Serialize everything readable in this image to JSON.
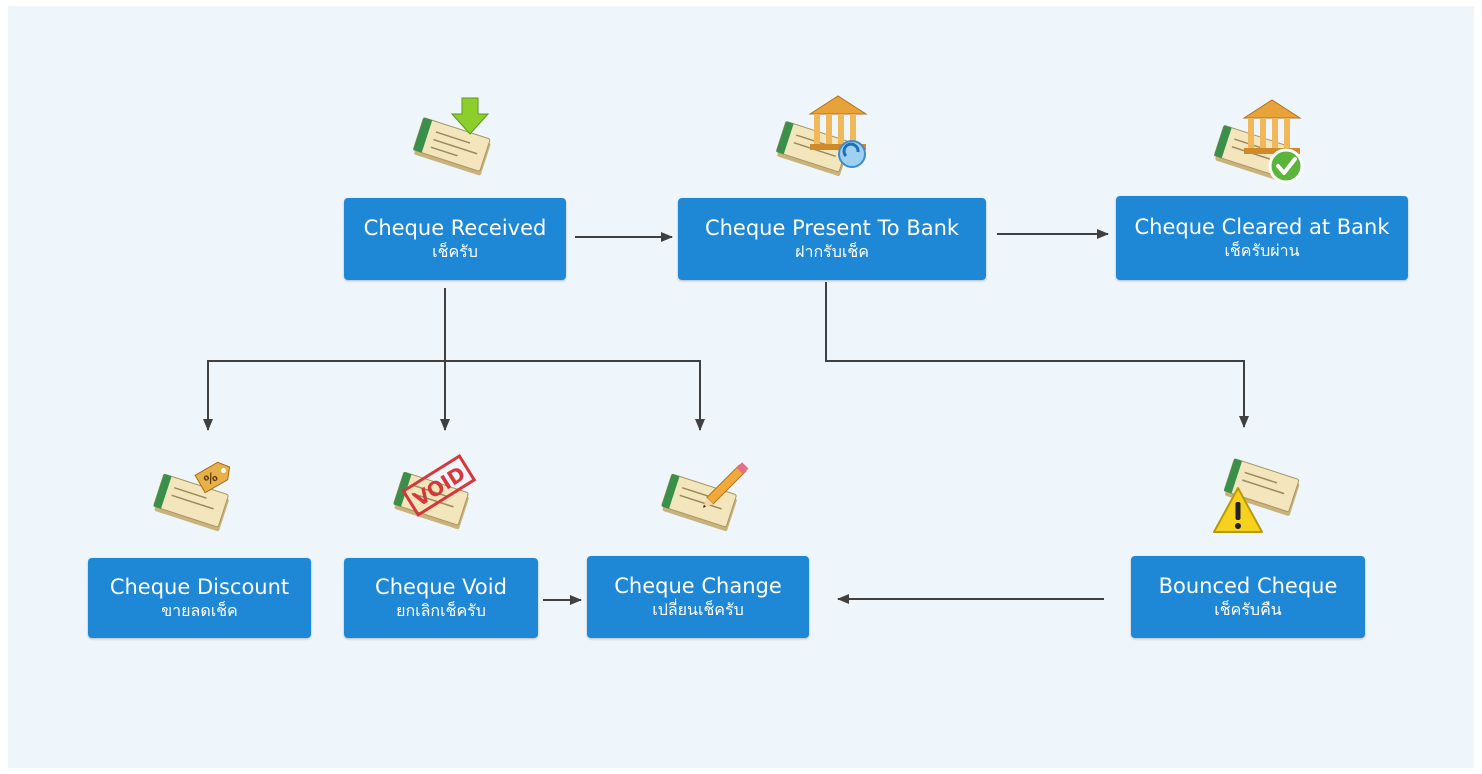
{
  "diagram": {
    "nodes": [
      {
        "id": "received",
        "title": "Cheque Received",
        "subtitle": "เช็ครับ",
        "icon": "cheque-download-icon"
      },
      {
        "id": "present",
        "title": "Cheque Present To Bank",
        "subtitle": "ฝากรับเช็ค",
        "icon": "cheque-bank-deposit-icon"
      },
      {
        "id": "cleared",
        "title": "Cheque Cleared at Bank",
        "subtitle": "เช็ครับผ่าน",
        "icon": "cheque-bank-cleared-icon"
      },
      {
        "id": "discount",
        "title": "Cheque Discount",
        "subtitle": "ขายลดเช็ค",
        "icon": "cheque-discount-tag-icon"
      },
      {
        "id": "void",
        "title": "Cheque Void",
        "subtitle": "ยกเลิกเช็ครับ",
        "icon": "cheque-void-stamp-icon"
      },
      {
        "id": "change",
        "title": "Cheque Change",
        "subtitle": "เปลี่ยนเช็ครับ",
        "icon": "cheque-edit-pencil-icon"
      },
      {
        "id": "bounced",
        "title": "Bounced Cheque",
        "subtitle": "เช็ครับคืน",
        "icon": "cheque-warning-icon"
      }
    ],
    "edges": [
      {
        "from": "received",
        "to": "present"
      },
      {
        "from": "present",
        "to": "cleared"
      },
      {
        "from": "received",
        "to": "discount"
      },
      {
        "from": "received",
        "to": "void"
      },
      {
        "from": "received",
        "to": "change"
      },
      {
        "from": "present",
        "to": "bounced"
      },
      {
        "from": "void",
        "to": "change"
      },
      {
        "from": "bounced",
        "to": "change"
      }
    ],
    "icon_text": {
      "void_stamp": "VOID",
      "discount_tag": "%"
    },
    "colors": {
      "node_fill": "#1e88d6",
      "node_text": "#ffffff",
      "background": "#eef6fc",
      "connector": "#404040"
    }
  }
}
